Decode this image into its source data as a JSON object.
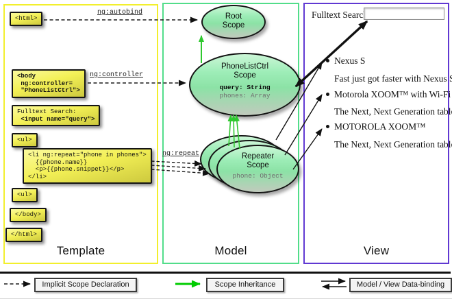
{
  "columns": {
    "template": {
      "title": "Template",
      "border_color": "#f2ef2d"
    },
    "model": {
      "title": "Model",
      "border_color": "#52dd8a"
    },
    "view": {
      "title": "View",
      "border_color": "#6038d2"
    }
  },
  "template_code": {
    "html_open": "<html>",
    "body_open": "<body\n ng:controller=\n \"PhoneListCtrl\">",
    "fulltext_label": "Fulltext Search:",
    "fulltext_input": " <input name=\"query\">",
    "ul_open": "<ul>",
    "li_repeat": "<li ng:repeat=\"phone in phones\">\n  {{phone.name}}\n  <p>{{phone.snippet}}</p>\n</li>",
    "ul_close": "<ul>",
    "body_close": "</body>",
    "html_close": "</html>"
  },
  "annotations": {
    "autobind": "ng:autobind",
    "controller": "ng:controller",
    "repeat": "ng:repeat"
  },
  "model_scopes": {
    "root": {
      "name": "Root\nScope"
    },
    "phonelist": {
      "name": "PhoneListCtrl\nScope",
      "prop_query": "query: String",
      "prop_phones": "phones: Array"
    },
    "repeater": {
      "name": "Repeater\nScope",
      "prop_phone": "phone: Object"
    }
  },
  "view": {
    "search_label": "Fulltext Search:",
    "search_value": "",
    "items": [
      {
        "title": "Nexus S",
        "desc": "Fast just got faster with Nexus S."
      },
      {
        "title": "Motorola XOOM™  with Wi-Fi",
        "desc": "The Next, Next Generation tablet."
      },
      {
        "title": "MOTOROLA XOOM™",
        "desc": "The Next, Next Generation tablet."
      }
    ]
  },
  "legend": {
    "implicit": "Implicit Scope Declaration",
    "inheritance": "Scope Inheritance",
    "binding": "Model / View Data-binding"
  },
  "colors": {
    "code_box_top": "#fbfa9e",
    "code_box_bottom": "#cdc93e",
    "scope_fill_top": "#ccf6d7",
    "scope_fill_bottom": "#c1cabd",
    "inheritance_green": "#2fc82f",
    "legend_green": "#00cc00",
    "arrow_black": "#111111"
  }
}
